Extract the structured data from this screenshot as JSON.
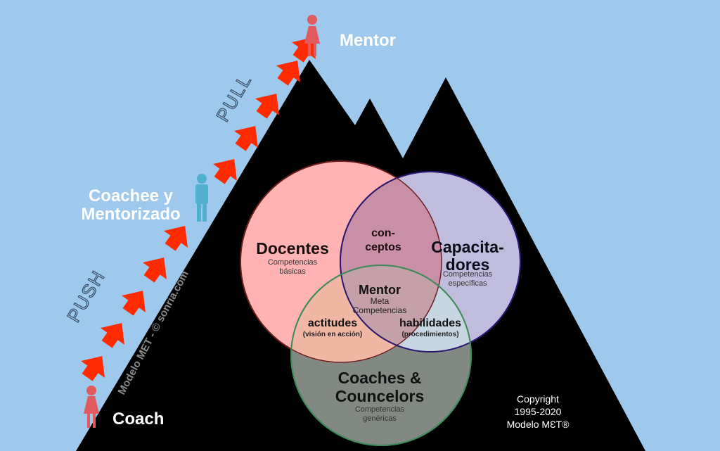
{
  "colors": {
    "sky": "#9ec8ec",
    "mountain": "#000000",
    "arrow": "#ff2a00",
    "figure_female": "#e05a5e",
    "figure_male": "#4fb0d0",
    "circle_docentes": "#ffb3b3",
    "circle_capacitadores": "#c9c6ea",
    "circle_coaches": "#ecfaec"
  },
  "roles": {
    "top": "Mentor",
    "middle": "Coachee y Mentorizado",
    "middle_line1": "Coachee y",
    "middle_line2": "Mentorizado",
    "bottom": "Coach"
  },
  "directions": {
    "upper": "PULL",
    "lower": "PUSH"
  },
  "watermark": "Modelo MET - © sonria.com",
  "venn": {
    "docentes": {
      "title": "Docentes",
      "sub1": "Competencias",
      "sub2": "básicas"
    },
    "capacitadores": {
      "title1": "Capacita-",
      "title2": "dores",
      "sub1": "Competencias",
      "sub2": "específicas"
    },
    "coaches": {
      "title1": "Coaches &",
      "title2": "Councelors",
      "sub1": "Competencias",
      "sub2": "genéricas"
    },
    "overlap_top": {
      "line1": "con-",
      "line2": "ceptos"
    },
    "overlap_left": {
      "title": "actitudes",
      "sub": "(visión en acción)"
    },
    "overlap_right": {
      "title": "habilidades",
      "sub": "(procedimientos)"
    },
    "center": {
      "title": "Mentor",
      "sub1": "Meta",
      "sub2": "Competencias"
    }
  },
  "copyright": {
    "line1": "Copyright",
    "line2": "1995-2020",
    "line3": "Modelo MƐT®"
  }
}
